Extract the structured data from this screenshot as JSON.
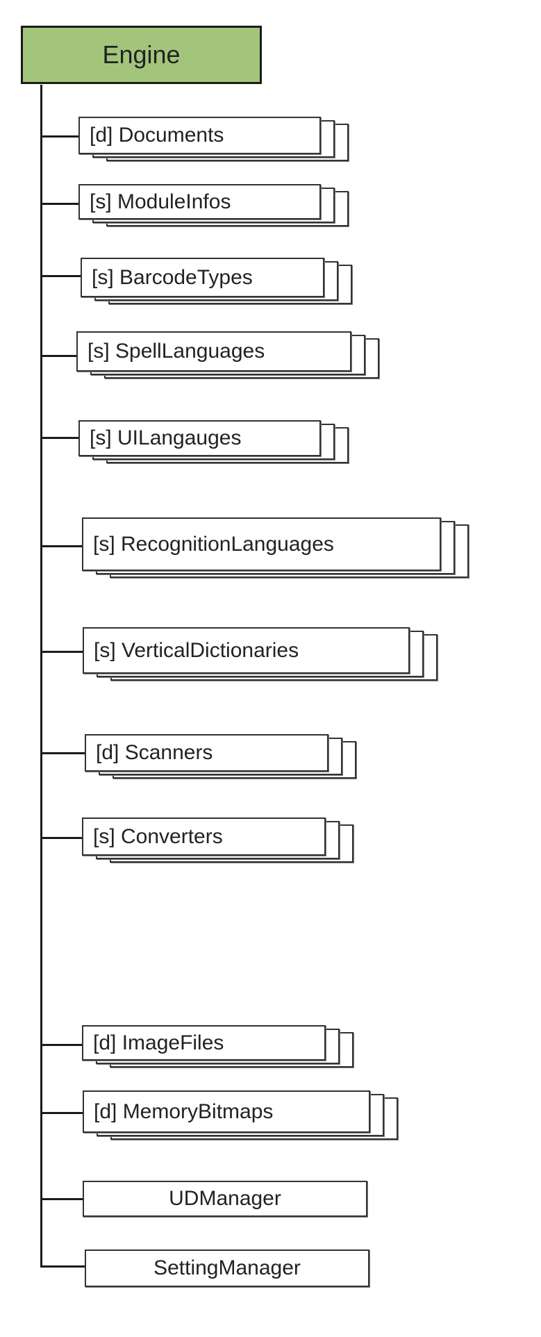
{
  "colors": {
    "root_fill": "#a3c57b",
    "stroke": "#1a1a1a"
  },
  "root": {
    "label": "Engine"
  },
  "children": [
    {
      "label": "[d] Documents",
      "collection": true
    },
    {
      "label": "[s] ModuleInfos",
      "collection": true
    },
    {
      "label": "[s] BarcodeTypes",
      "collection": true
    },
    {
      "label": "[s] SpellLanguages",
      "collection": true
    },
    {
      "label": "[s] UILangauges",
      "collection": true
    },
    {
      "label": "[s] RecognitionLanguages",
      "collection": true
    },
    {
      "label": "[s] VerticalDictionaries",
      "collection": true
    },
    {
      "label": "[d] Scanners",
      "collection": true
    },
    {
      "label": "[s] Converters",
      "collection": true
    },
    {
      "label": "[d] ImageFiles",
      "collection": true
    },
    {
      "label": "[d] MemoryBitmaps",
      "collection": true
    },
    {
      "label": "UDManager",
      "collection": false
    },
    {
      "label": "SettingManager",
      "collection": false
    }
  ]
}
